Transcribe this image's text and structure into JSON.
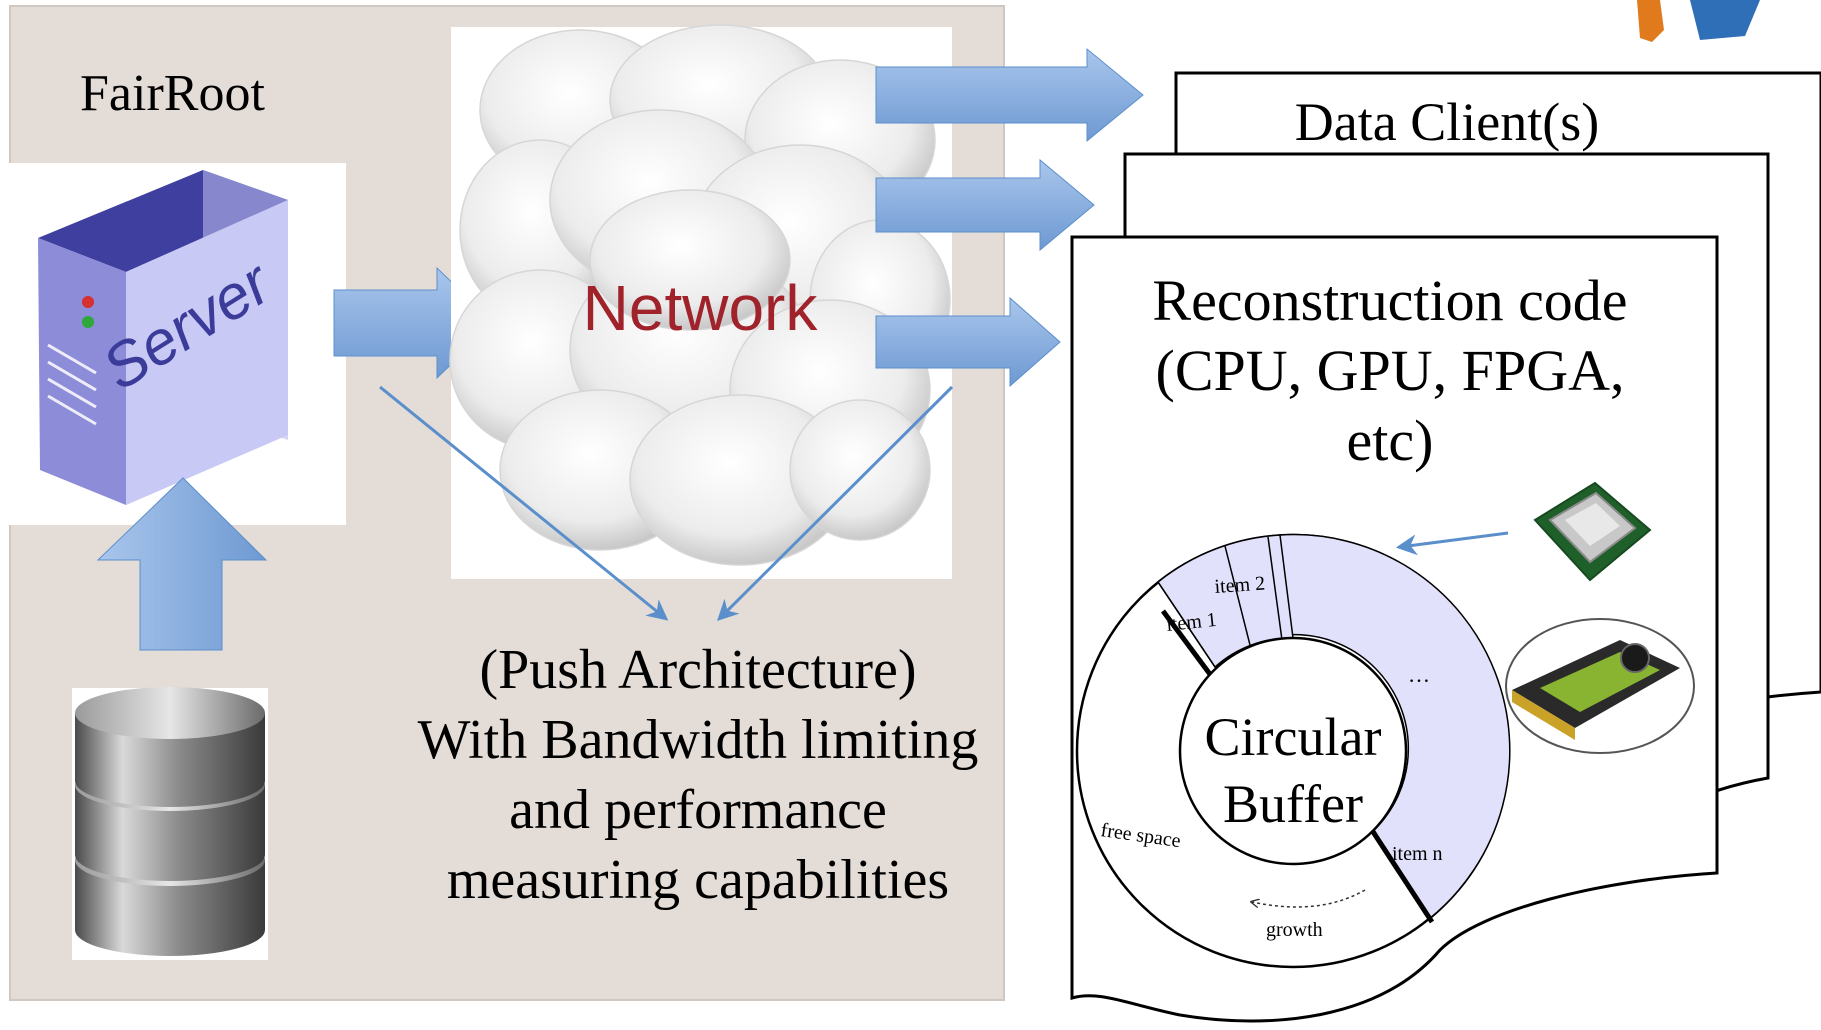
{
  "colors": {
    "panel_bg": "#e4dcd6",
    "arrow_fill": "#7ea7d8",
    "arrow_line": "#5b8fcc",
    "server_top": "#3f3fa0",
    "server_front": "#c9c9f5",
    "network_text": "#a0222b",
    "buffer_fill": "#e1e1fb"
  },
  "panel": {
    "title": "FairRoot"
  },
  "server": {
    "label": "Server",
    "icon": "server-icon"
  },
  "database": {
    "icon": "database-icon"
  },
  "network": {
    "label": "Network",
    "icon": "cloud-icon"
  },
  "push_text": {
    "lines": [
      "(Push Architecture)",
      "With Bandwidth limiting",
      "and performance",
      "measuring capabilities"
    ]
  },
  "clients": {
    "title": "Data Client(s)",
    "reco_lines": [
      "Reconstruction code",
      "(CPU, GPU, FPGA,",
      "etc)"
    ],
    "cpu_icon": "cpu-chip-icon",
    "gpu_icon": "gpu-card-icon"
  },
  "buffer": {
    "center_lines": [
      "Circular",
      "Buffer"
    ],
    "item1": "item 1",
    "item2": "item 2",
    "dots": "…",
    "itemn": "item n",
    "free": "free space",
    "growth": "growth"
  }
}
